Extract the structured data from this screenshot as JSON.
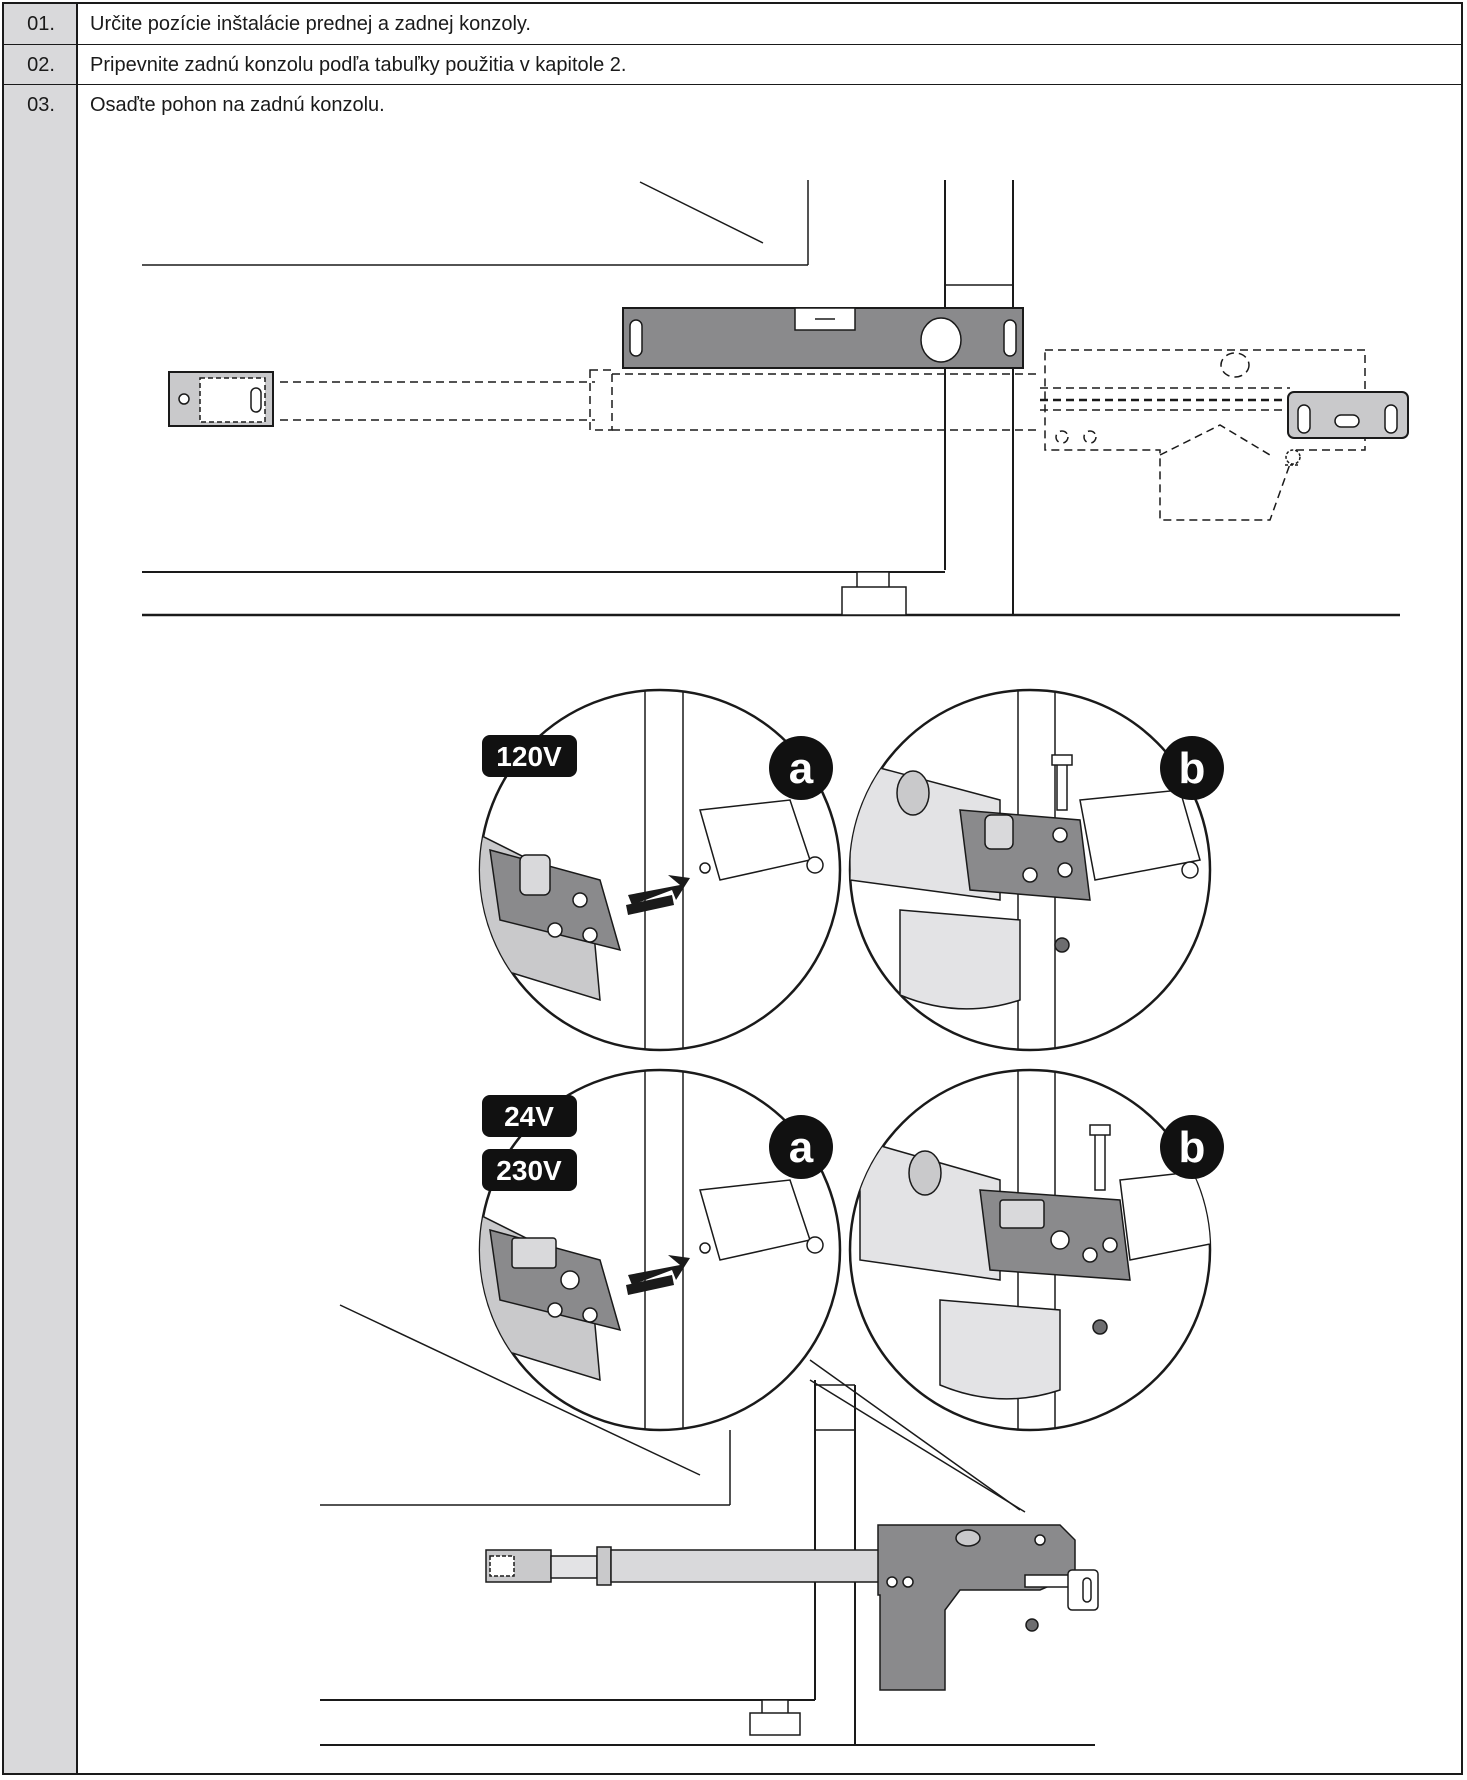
{
  "steps": [
    {
      "number": "01.",
      "text": "Určite pozície inštalácie prednej a zadnej konzoly."
    },
    {
      "number": "02.",
      "text": "Pripevnite zadnú konzolu podľa tabuľky použitia v kapitole 2."
    },
    {
      "number": "03.",
      "text": "Osaďte pohon na zadnú konzolu."
    }
  ],
  "figure": {
    "voltage_badges": {
      "top": "120V",
      "bottom_first": "24V",
      "bottom_second": "230V"
    },
    "step_labels": {
      "top_a": "a",
      "top_b": "b",
      "bottom_a": "a",
      "bottom_b": "b"
    }
  },
  "colors": {
    "ink": "#1a1a1a",
    "number_column": "#d9d9db",
    "metal_gray": "#8a8a8c",
    "light_gray": "#c9c9cb",
    "badge": "#111111"
  }
}
